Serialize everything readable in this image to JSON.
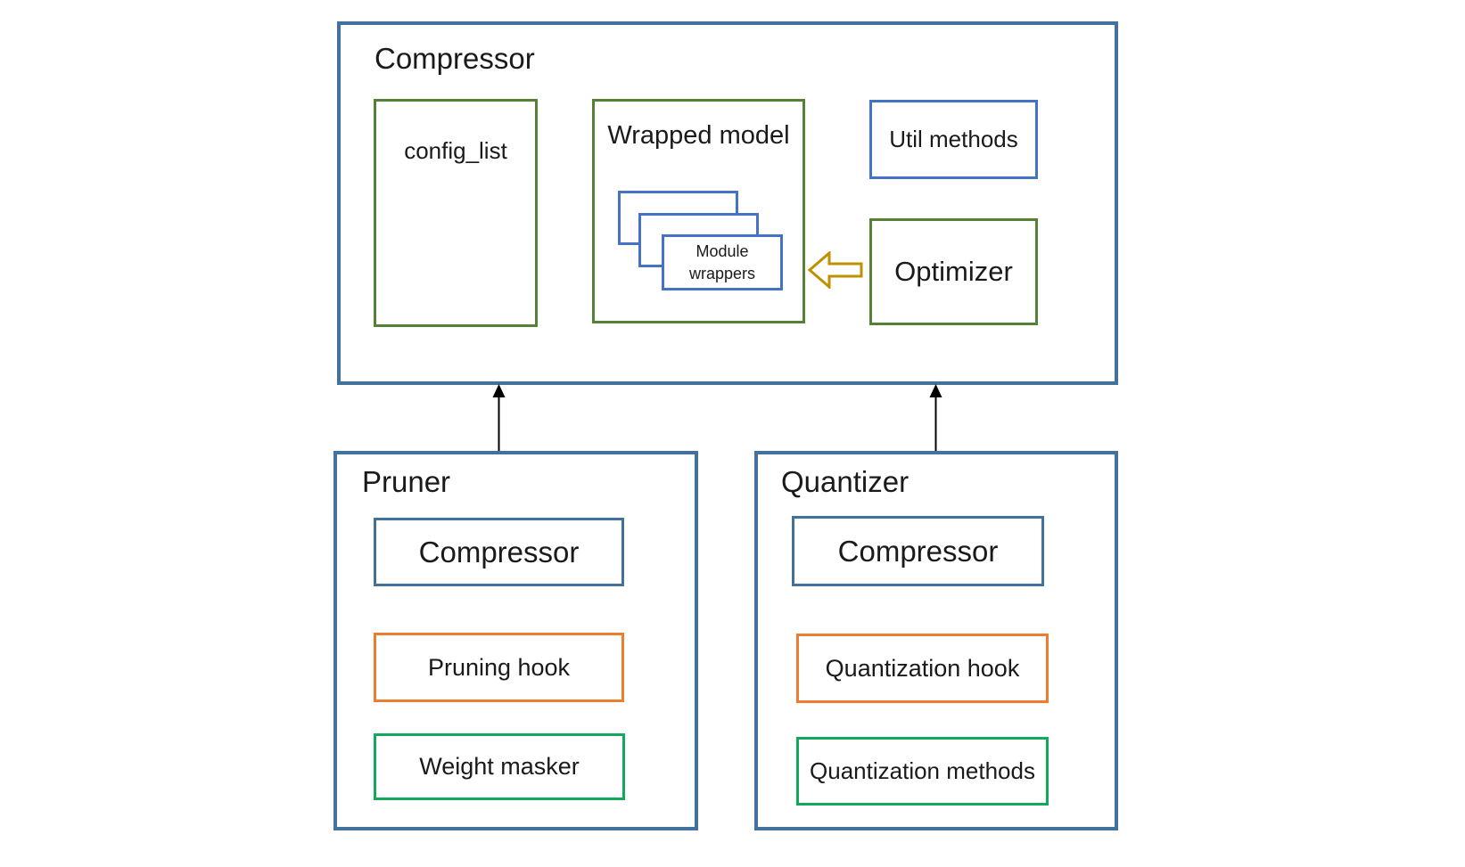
{
  "colors": {
    "panel_border_blue": "#41719C",
    "accent_blue": "#4472C4",
    "olive_green": "#538135",
    "bright_green": "#14A85A",
    "orange": "#ED7D31",
    "gold": "#BF9000",
    "arrow_black": "#000000",
    "text": "#1A1A1A",
    "background": "#FFFFFF"
  },
  "compressor": {
    "title": "Compressor",
    "config_list": {
      "label": "config_list"
    },
    "wrapped_model": {
      "title": "Wrapped model",
      "module_wrappers": {
        "label": "Module wrappers",
        "stack_count": 3
      }
    },
    "util_methods": {
      "label": "Util methods"
    },
    "optimizer": {
      "label": "Optimizer"
    }
  },
  "pruner": {
    "title": "Pruner",
    "items": [
      {
        "label": "Compressor"
      },
      {
        "label": "Pruning hook"
      },
      {
        "label": "Weight masker"
      }
    ]
  },
  "quantizer": {
    "title": "Quantizer",
    "items": [
      {
        "label": "Compressor"
      },
      {
        "label": "Quantization hook"
      },
      {
        "label": "Quantization methods"
      }
    ]
  }
}
